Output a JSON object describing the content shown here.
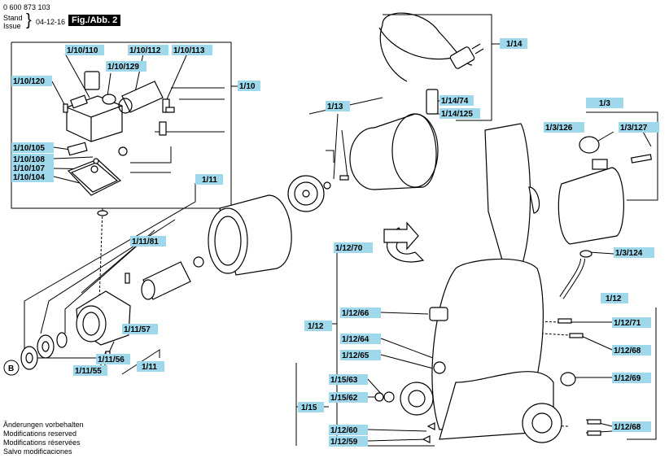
{
  "header": {
    "part_number": "0 600 873 103",
    "stand_label": "Stand",
    "issue_label": "Issue",
    "date": "04-12-16",
    "figure": "Fig./Abb. 2"
  },
  "footer_notes": [
    "Änderungen vorbehalten",
    "Modifications reserved",
    "Modifications réservées",
    "Salvo modificaciones"
  ],
  "callout_B": "B",
  "colors": {
    "label_fill": "#9fd8ea",
    "line": "#000000"
  },
  "labels": [
    "1/10/110",
    "1/10/129",
    "1/10/112",
    "1/10/113",
    "1/10/120",
    "1/10",
    "1/10/105",
    "1/10/108",
    "1/10/107",
    "1/10/104",
    "1/14",
    "1/14/74",
    "1/14/125",
    "1/13",
    "1/3",
    "1/3/126",
    "1/3/127",
    "1/3/124",
    "1/11",
    "1/11/81",
    "1/11/57",
    "1/11/56",
    "1/11/55",
    "1/11",
    "1/12/70",
    "1/12/66",
    "1/12",
    "1/12/64",
    "1/12/65",
    "1/15/63",
    "1/15/62",
    "1/15",
    "1/12/60",
    "1/12/59",
    "1/12",
    "1/12/71",
    "1/12/68",
    "1/12/69",
    "1/12/68"
  ]
}
